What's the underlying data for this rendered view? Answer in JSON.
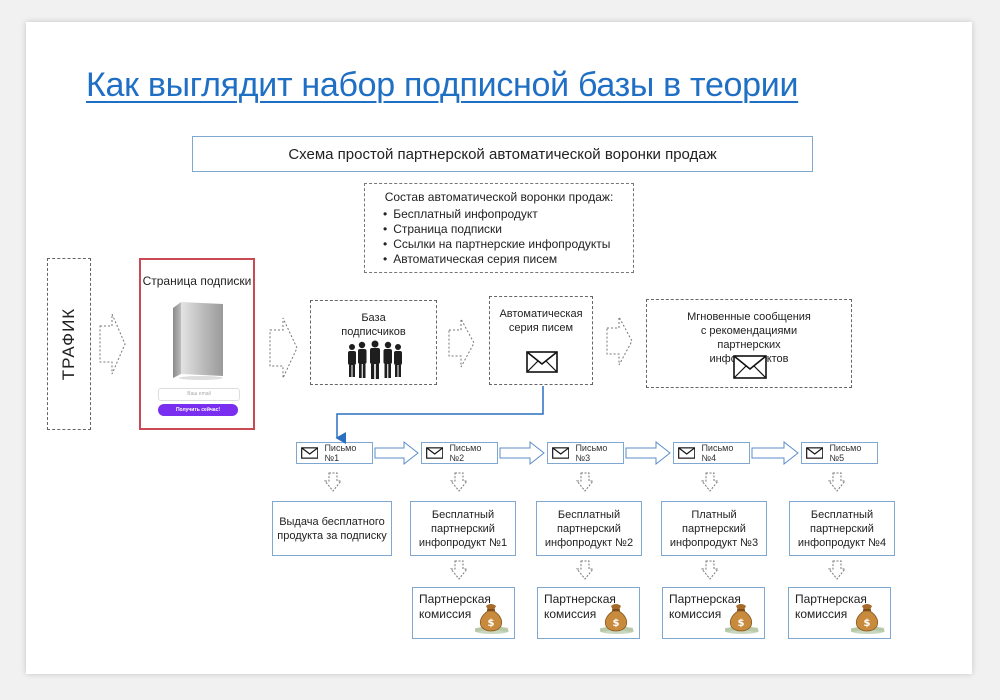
{
  "title": "Как выглядит набор подписной базы в теории",
  "scheme_title": "Схема простой партнерской автоматической воронки продаж",
  "composition": {
    "title": "Состав автоматической воронки продаж:",
    "items": [
      "Бесплатный инфопродукт",
      "Страница подписки",
      "Ссылки на партнерские инфопродукты",
      "Автоматическая серия писем"
    ]
  },
  "traffic": "ТРАФИК",
  "subscribe_page": {
    "title": "Страница подписки",
    "input_placeholder": "Ваш email",
    "button": "Получить сейчас!"
  },
  "base": "База подписчиков",
  "series": "Автоматическая серия писем",
  "instant": "Мгновенные сообщения с рекомендациями партнерских инфопродуктов",
  "letters": [
    "Письмо №1",
    "Письмо №2",
    "Письмо №3",
    "Письмо №4",
    "Письмо №5"
  ],
  "results": [
    "Выдача бесплатного продукта за подписку",
    "Бесплатный партнерский инфопродукт №1",
    "Бесплатный партнерский инфопродукт №2",
    "Платный партнерский инфопродукт №3",
    "Бесплатный партнерский инфопродукт №4"
  ],
  "commissions": [
    "Партнерская комиссия",
    "Партнерская комиссия",
    "Партнерская комиссия",
    "Партнерская комиссия"
  ],
  "colors": {
    "title": "#1f6fc4",
    "box_border": "#7fa7cf",
    "subscribe_border": "#c94a52",
    "button": "#7a2ef0",
    "connector": "#2a6fc0"
  },
  "icons": [
    "book-icon",
    "people-icon",
    "envelope-icon",
    "money-bag-icon",
    "hollow-arrow-icon"
  ]
}
